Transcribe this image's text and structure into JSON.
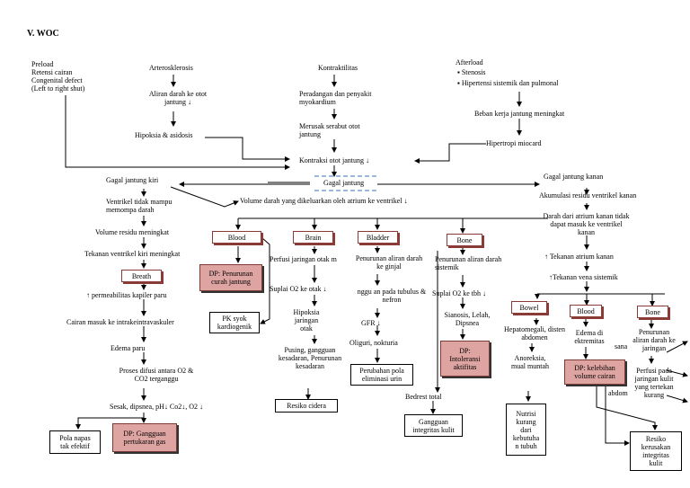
{
  "title": "V.  WOC",
  "nodes": {
    "preload": "Preload\nRetensi cairan\nCongenital defect\n(Left to right shut)",
    "arteroskl": "Arterosklerosis",
    "aliran_otot": "Aliran darah ke otot\njantung ↓",
    "hipoksia": "Hipoksia & asidosis",
    "kontraktilitas": "Kontraktilitas",
    "peradangan": "Peradangan dan penyakit\nmyokardium",
    "merusak": "Merusak serabut otot\njantung",
    "kontraksi": "Kontraksi otot jantung ↓",
    "afterload": "Afterload",
    "stenosis": "Stenosis",
    "hipertensi": "Hipertensi sistemik dan pulmonal",
    "beban": "Beban kerja jantung meningkat",
    "hipertropi": "Hipertropi miocard",
    "gagal_jantung": "Gagal jantung",
    "gj_kiri": "Gagal jantung kiri",
    "gj_kanan": "Gagal jantung kanan",
    "ventrikel": "Ventrikel tidak mampu\nmemompa darah",
    "volume_darah": "Volume darah yang dikeluarkan oleh atrium ke ventrikel ↓",
    "volume_residu": "Volume residu meningkat",
    "tekanan_kiri": "Tekanan ventrikel kiri meningkat",
    "breath": "Breath",
    "permeabilitas": "↑ permeabilitas kapiler paru",
    "cairan_masuk": "Cairan masuk ke intrakeintravaskuler",
    "edema_paru": "Edema paru",
    "proses_difusi": "Proses difusi antara O2 &\nCO2 terganggu",
    "sesak": "Sesak, dipsnea, pH↓ Co2↓, O2 ↓",
    "pola_napas": "Pola napas\ntak efektif",
    "dp_gas": "DP: Gangguan\npertukaran gas",
    "blood1": "Blood",
    "dp_curah": "DP: Penurunan\ncurah jantung",
    "pk_syok": "PK syok\nkardiogenik",
    "brain": "Brain",
    "perfusi": "Perfusi jaringan  otak m",
    "suplai_otak": "Suplai O2 ke otak ↓",
    "hipoksia_otak": "Hipoksia\njaringan\notak",
    "pusing": "Pusing, gangguan\nkesadaran, Penurunan\nkesadaran",
    "resiko_cidera": "Resiko cidera",
    "bladder": "Bladder",
    "penurunan_ginjal": "Penurunan aliran darah\nke ginjal",
    "tubulus": "nggu an pada tubulus &\nnefron",
    "gfr": "GFR ↓",
    "oliguri": "Oliguri, nokturia",
    "perubahan_pola": "Perubahan pola\neliminasi urin",
    "bone1": "Bone",
    "penurunan_sistemik": "Penurunan aliran darah\nsistemik",
    "suplai_tbh": "Suplai O2 ke tbh ↓",
    "sianosis": "Sianosis, Lelah,\nDipsnea",
    "dp_intoleransi": "DP:\nIntoleransi\naktifitas",
    "bedrest": "Bedrest total",
    "gangguan_kulit": "Gangguan\nintegritas kulit",
    "akumulasi": "Akumulasi residu ventrikel kanan",
    "darah_atrium": "Darah dari atrium kanan tidak\ndapat masuk ke ventrikel\nkanan",
    "tek_atrium": "↑ Tekanan atrium kanan",
    "tek_vena": "↑Tekanan vena sistemik",
    "bowel": "Bowel",
    "blood2": "Blood",
    "bone2": "Bone",
    "hepatomegali": "Hepatomegali, disten\nabdomen",
    "anoreksia": "Anoreksia,\nmual muntah",
    "nutrisi": "Nutrisi\nkurang\ndari\nkebutuha\nn tubuh",
    "edema_ekstremitas": "Edema di\nektremitas",
    "dp_kelebihan": "DP: kelebihan\nvolume cairan",
    "abdom": "abdom",
    "sana": "sana",
    "penurunan_jaringan": "Penurunan\naliran darah ke\njaringan",
    "perfusi_kulit": "Perfusi pada\njaringan kulit\nyang tertekan\nkurang",
    "resiko_kerusakan": "Resiko\nkerusakan\nintegritas\nkulit"
  },
  "colors": {
    "dp_fill": "#dea4a1",
    "tag_border": "#8b3b35",
    "dashed_line": "#3b6fb6"
  }
}
